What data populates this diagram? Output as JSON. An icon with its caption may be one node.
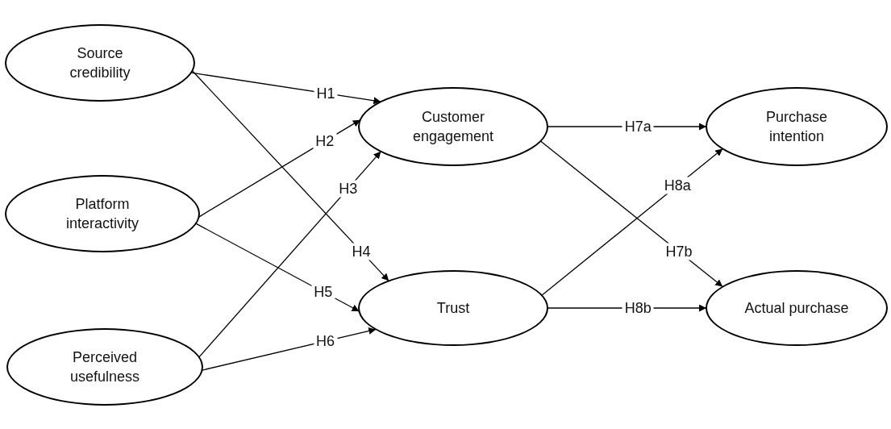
{
  "diagram": {
    "nodes": [
      {
        "text": [
          "Source credibility"
        ]
      },
      {
        "text": [
          "Platform interactivity"
        ]
      },
      {
        "text": [
          "Perceived usefulness"
        ]
      },
      {
        "text": [
          "Customer engagement"
        ]
      },
      {
        "text": [
          "Trust"
        ]
      },
      {
        "text": [
          "Purchase intention"
        ]
      },
      {
        "text": [
          "Actual purchase"
        ]
      }
    ],
    "edges": [
      {
        "from": 0,
        "to": 3,
        "arrow": "to",
        "label": "H1"
      },
      {
        "from": 1,
        "to": 3,
        "arrow": "to",
        "label": "H2"
      },
      {
        "from": 2,
        "to": 3,
        "arrow": "to",
        "label": "H3"
      },
      {
        "from": 0,
        "to": 4,
        "arrow": "to",
        "label": "H4"
      },
      {
        "from": 1,
        "to": 4,
        "arrow": "to",
        "label": "H5"
      },
      {
        "from": 2,
        "to": 4,
        "arrow": "to",
        "label": "H6"
      },
      {
        "from": 3,
        "to": 5,
        "arrow": "to",
        "label": "H7a"
      },
      {
        "from": 3,
        "to": 6,
        "arrow": "to",
        "label": "H7b"
      },
      {
        "from": 4,
        "to": 5,
        "arrow": "to",
        "label": "H8a"
      },
      {
        "from": 4,
        "to": 6,
        "arrow": "to",
        "label": "H8b"
      }
    ]
  }
}
